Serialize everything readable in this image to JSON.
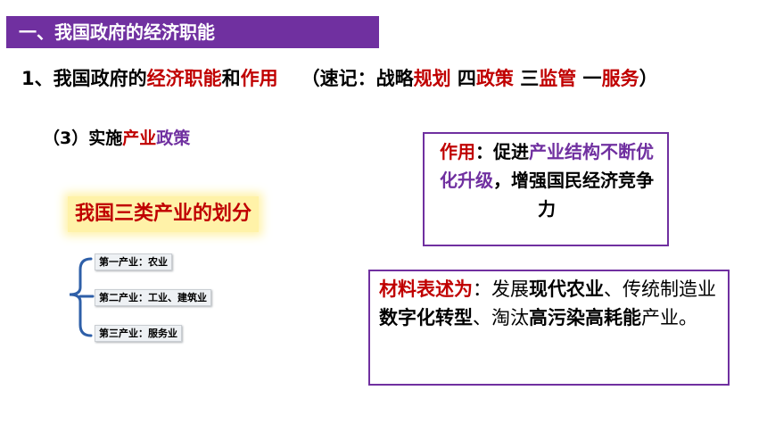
{
  "section_title": "一、我国政府的经济职能",
  "heading1": {
    "prefix": "1、我国政府的",
    "red1": "经济职能",
    "and": "和",
    "red2": "作用",
    "memo_open": "（速记：战略",
    "memo_red1": "规划",
    "memo_mid1": " 四",
    "memo_red2": "政策",
    "memo_mid2": " 三",
    "memo_red3": "监管",
    "memo_mid3": " 一",
    "memo_red4": "服务",
    "memo_close": "）"
  },
  "heading2": {
    "prefix": "（3）实施",
    "red": "产业",
    "purple": "政策"
  },
  "effect_box": {
    "label": "作用",
    "colon": "：",
    "text1": "促进",
    "highlight": "产业结构不断优化升级",
    "text2": "，增强国民经济竞争力"
  },
  "material_box": {
    "label": "材料表述为",
    "colon": "：",
    "t1": "发展",
    "b1": "现代农业",
    "t2": "、传统制造业",
    "b2": "数字化转型",
    "t3": "、淘汰",
    "b3": "高污染高耗能",
    "t4": "产业。"
  },
  "classification": {
    "title": "我国三类产业的划分",
    "items": [
      "第一产业：农业",
      "第二产业：工业、建筑业",
      "第三产业：服务业"
    ]
  },
  "colors": {
    "accent_purple": "#7030a0",
    "accent_red": "#c00000",
    "brace_blue": "#2e5fa8",
    "highlight_yellow": "#fff2a8"
  }
}
